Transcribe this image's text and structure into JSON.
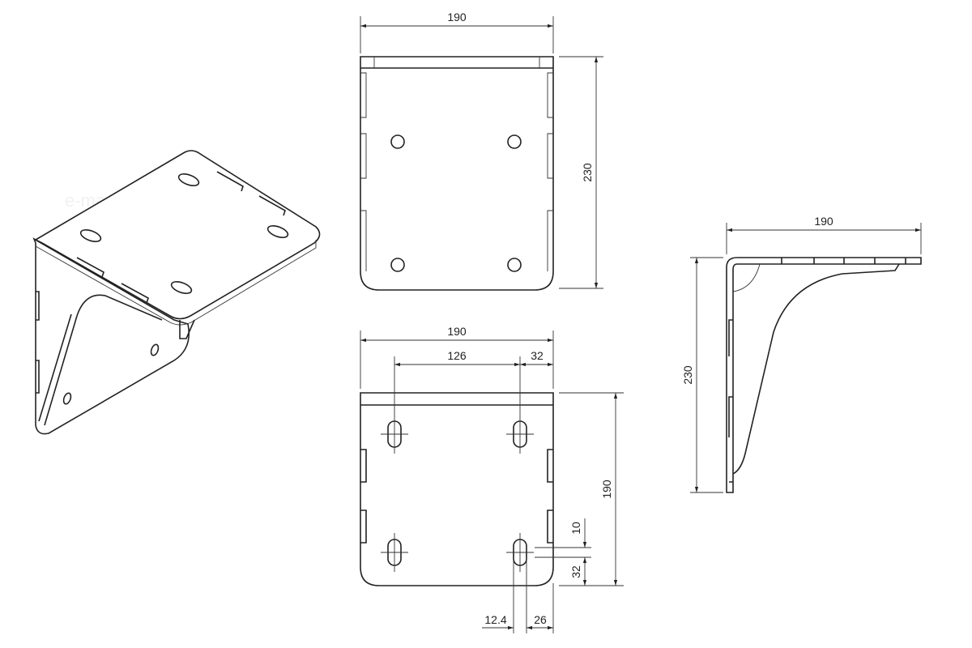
{
  "watermark": "e-markizy.pl",
  "front_view": {
    "width_label": "190",
    "height_label": "230"
  },
  "bottom_view": {
    "width_label": "190",
    "hole_spacing_label": "126",
    "edge_offset_label": "32",
    "height_label": "190",
    "slot_length_label": "10",
    "slot_edge_label": "32",
    "slot_width_label": "12.4",
    "slot_side_offset_label": "26"
  },
  "side_view": {
    "width_label": "190",
    "height_label": "230"
  }
}
